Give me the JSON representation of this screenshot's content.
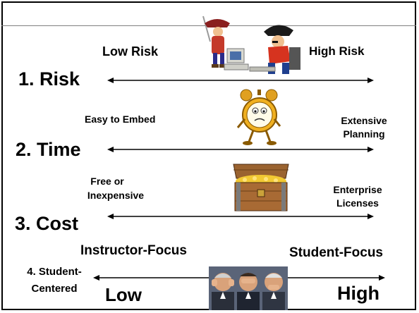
{
  "rows": [
    {
      "number_label": "1. Risk",
      "left_label": "Low Risk",
      "right_label": "High Risk",
      "image_icon": "pirates-at-computer"
    },
    {
      "number_label": "2. Time",
      "left_label": "Easy to Embed",
      "right_label_line1": "Extensive",
      "right_label_line2": "Planning",
      "image_icon": "alarm-clock-character"
    },
    {
      "number_label": "3. Cost",
      "left_label_line1": "Free or",
      "left_label_line2": "Inexpensive",
      "right_label_line1": "Enterprise",
      "right_label_line2": "Licenses",
      "image_icon": "treasure-chest"
    },
    {
      "number_label_line1": "4. Student-",
      "number_label_line2": "Centered",
      "left_label": "Instructor-Focus",
      "right_label": "Student-Focus",
      "low_label": "Low",
      "high_label": "High",
      "image_icon": "hear-see-speak-no-evil-men"
    }
  ],
  "colors": {
    "text": "#000000",
    "frame": "#000000",
    "background": "#ffffff"
  }
}
